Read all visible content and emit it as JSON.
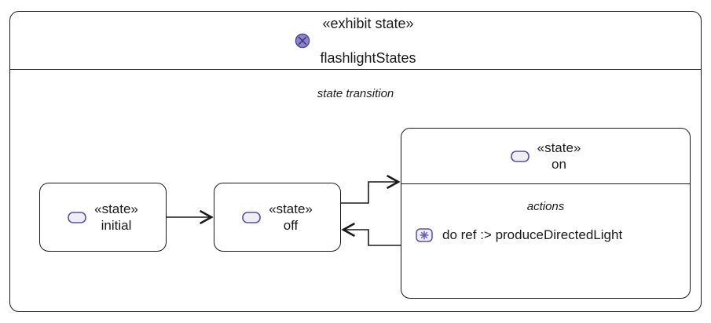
{
  "diagram": {
    "type": "uml-state-machine-diagram",
    "frame": {
      "icon": "state-machine-icon",
      "stereotype": "«exhibit state»",
      "name": "flashlightStates",
      "compartment_label": "state transition"
    },
    "states": [
      {
        "id": "initial",
        "icon": "state-icon",
        "stereotype": "«state»",
        "name": "initial"
      },
      {
        "id": "off",
        "icon": "state-icon",
        "stereotype": "«state»",
        "name": "off"
      },
      {
        "id": "on",
        "icon": "state-icon",
        "stereotype": "«state»",
        "name": "on",
        "compartment_label": "actions",
        "actions": [
          {
            "icon": "action-icon",
            "text": "do ref :> produceDirectedLight"
          }
        ]
      }
    ],
    "transitions": [
      {
        "from": "initial",
        "to": "off",
        "arrow": "open"
      },
      {
        "from": "off",
        "to": "on",
        "arrow": "open"
      },
      {
        "from": "on",
        "to": "off",
        "arrow": "open"
      }
    ],
    "colors": {
      "stroke": "#1a1a1a",
      "background": "#ffffff",
      "icon_border": "#5b50a0",
      "icon_fill": "#eeeef6",
      "icon_accent": "#7b73c4"
    }
  }
}
